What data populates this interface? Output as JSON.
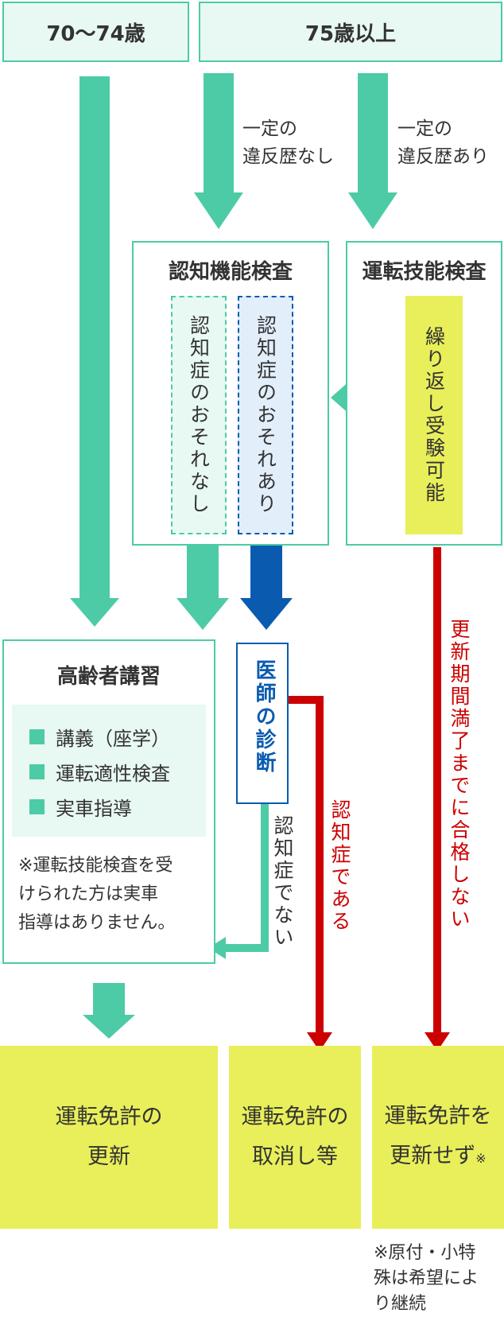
{
  "headers": {
    "age_70_74": "70〜74歳",
    "age_75_plus": "75歳以上"
  },
  "conditions": {
    "no_violation": [
      "一定の",
      "違反歴なし"
    ],
    "violation": [
      "一定の",
      "違反歴あり"
    ]
  },
  "cognitive_test": {
    "title": "認知機能検査",
    "no_risk": "認知症のおそれなし",
    "risk": "認知症のおそれあり"
  },
  "driving_skill_test": {
    "title": "運転技能検査",
    "retake": "繰り返し受験可能"
  },
  "elderly_course": {
    "title": "高齢者講習",
    "items": [
      "講義（座学）",
      "運転適性検査",
      "実車指導"
    ],
    "note": [
      "※運転技能検査を受",
      "けられた方は実車",
      "指導はありません。"
    ]
  },
  "doctor": {
    "label": "医師の診断"
  },
  "branch_labels": {
    "not_dementia": "認知症でない",
    "is_dementia": "認知症である",
    "not_passed": "更新期間満了までに合格しない"
  },
  "results": {
    "renew": [
      "運転免許の",
      "更新"
    ],
    "cancel": [
      "運転免許の",
      "取消し等"
    ],
    "no_renew": [
      "運転免許を",
      "更新せず"
    ],
    "no_renew_mark": "※"
  },
  "footnote": [
    "※原付・小特",
    "殊は希望によ",
    "り継続"
  ],
  "colors": {
    "teal": "#4dcba6",
    "light_teal": "#e8f8f3",
    "blue": "#0a5bb0",
    "red": "#cc0000",
    "yellow": "#e8ef5a"
  }
}
